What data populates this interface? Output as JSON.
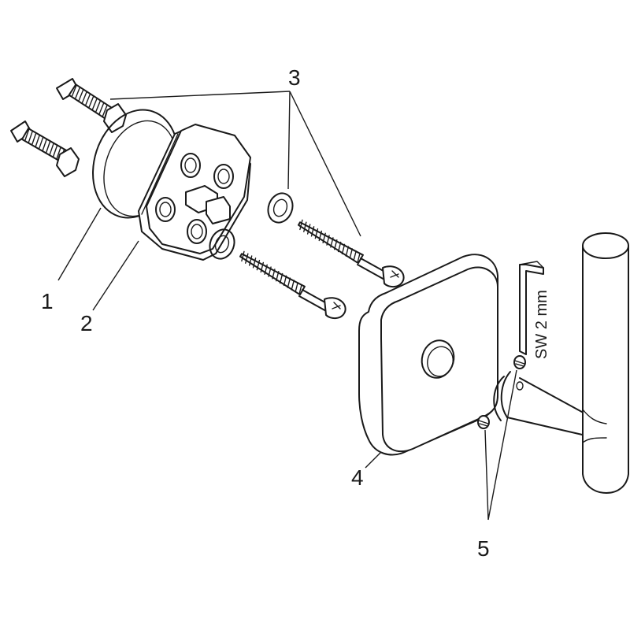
{
  "callouts": {
    "part1": "1",
    "part2": "2",
    "part3": "3",
    "part4": "4",
    "part5": "5"
  },
  "tool_note": "SW 2 mm",
  "colors": {
    "line": "#1a1a1a",
    "background": "#ffffff"
  }
}
